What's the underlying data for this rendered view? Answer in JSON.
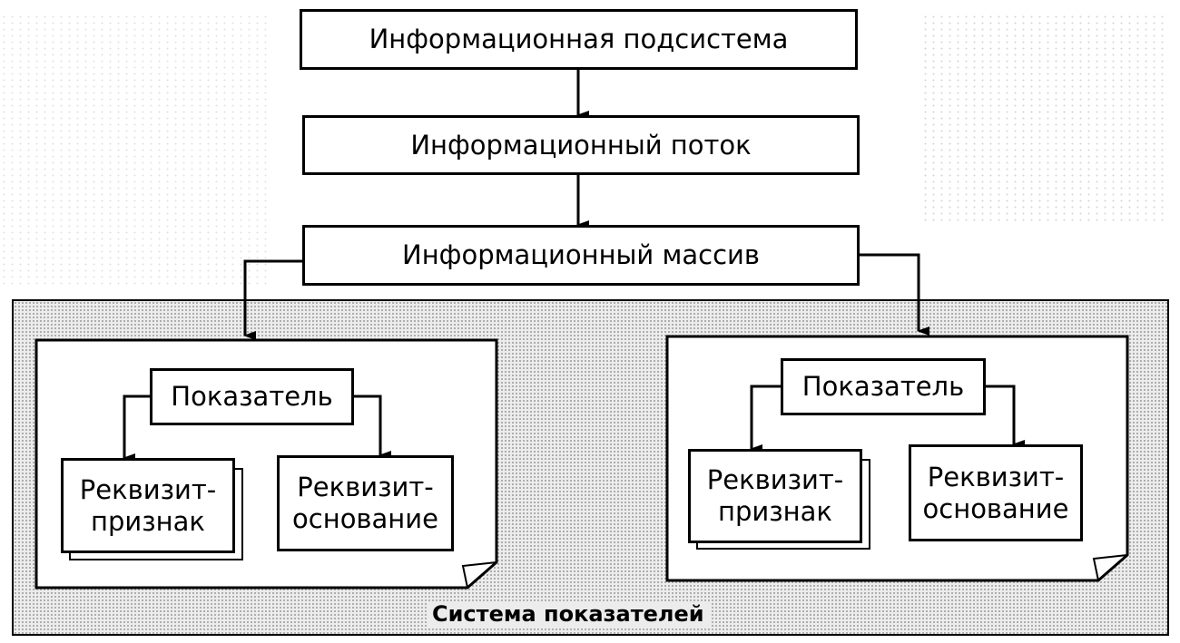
{
  "top_chain": {
    "subsystem": "Информационная подсистема",
    "flow": "Информационный поток",
    "array": "Информационный массив"
  },
  "left_card": {
    "indicator": "Показатель",
    "attr_feature": "Реквизит-\nпризнак",
    "attr_basis": "Реквизит-\nоснование"
  },
  "right_card": {
    "indicator": "Показатель",
    "attr_feature": "Реквизит-\nпризнак",
    "attr_basis": "Реквизит-\nоснование"
  },
  "system_caption": "Система показателей"
}
